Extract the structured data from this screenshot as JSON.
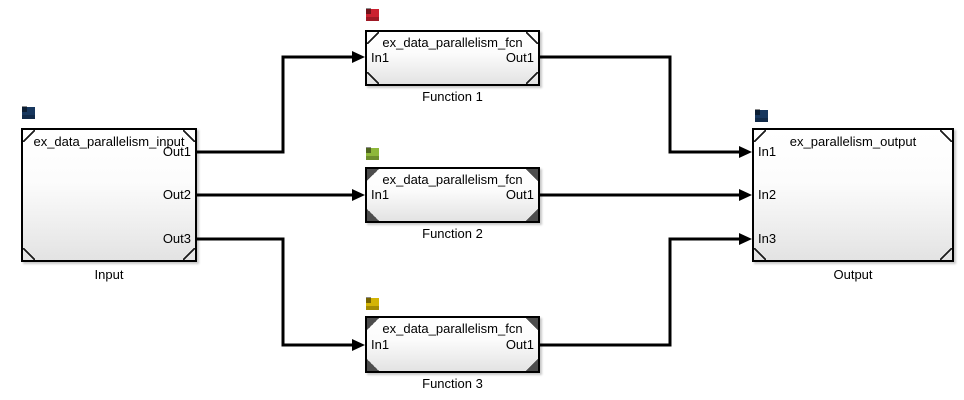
{
  "diagram": {
    "background_color": "#ffffff",
    "wire_color": "#000000",
    "blocks": {
      "input": {
        "title": "ex_data_parallelism_input",
        "caption": "Input",
        "out_ports": [
          "Out1",
          "Out2",
          "Out3"
        ],
        "badge_color_name": "navy",
        "badge_color": "#17375e",
        "corner_style": "outline"
      },
      "function1": {
        "title": "ex_data_parallelism_fcn",
        "caption": "Function 1",
        "in_ports": [
          "In1"
        ],
        "out_ports": [
          "Out1"
        ],
        "badge_color_name": "red",
        "badge_color": "#cb2130",
        "corner_style": "outline"
      },
      "function2": {
        "title": "ex_data_parallelism_fcn",
        "caption": "Function 2",
        "in_ports": [
          "In1"
        ],
        "out_ports": [
          "Out1"
        ],
        "badge_color_name": "green",
        "badge_color": "#8eb73a",
        "corner_style": "filled"
      },
      "function3": {
        "title": "ex_data_parallelism_fcn",
        "caption": "Function 3",
        "in_ports": [
          "In1"
        ],
        "out_ports": [
          "Out1"
        ],
        "badge_color_name": "yellow",
        "badge_color": "#d3b405",
        "corner_style": "filled"
      },
      "output": {
        "title": "ex_parallelism_output",
        "caption": "Output",
        "in_ports": [
          "In1",
          "In2",
          "In3"
        ],
        "badge_color_name": "navy",
        "badge_color": "#17375e",
        "corner_style": "outline"
      }
    },
    "connections": [
      {
        "from": "Input/Out1",
        "to": "Function 1/In1"
      },
      {
        "from": "Input/Out2",
        "to": "Function 2/In1"
      },
      {
        "from": "Input/Out3",
        "to": "Function 3/In1"
      },
      {
        "from": "Function 1/Out1",
        "to": "Output/In1"
      },
      {
        "from": "Function 2/Out1",
        "to": "Output/In2"
      },
      {
        "from": "Function 3/Out1",
        "to": "Output/In3"
      }
    ]
  }
}
